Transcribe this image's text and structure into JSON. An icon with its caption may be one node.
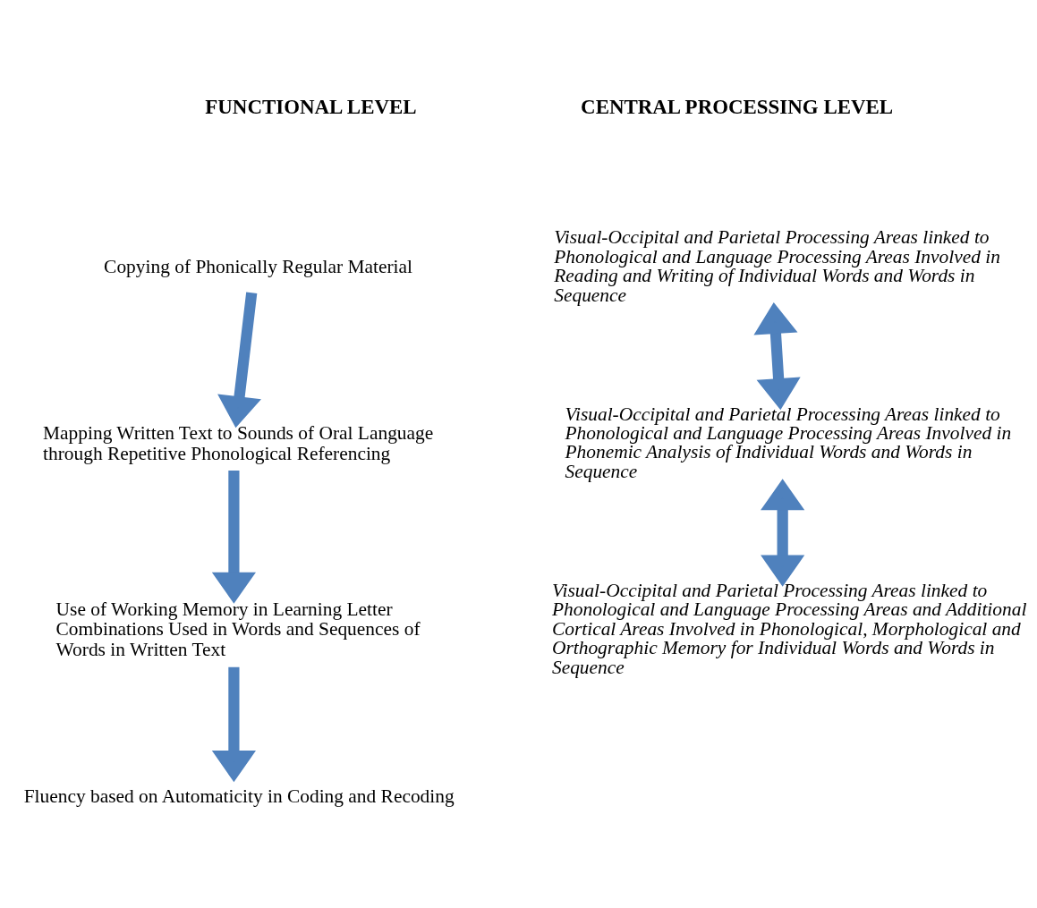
{
  "diagram": {
    "nodes": [
      {
        "text": [
          "Copying of Phonically Regular Material"
        ]
      },
      {
        "text": [
          "Mapping Written Text to Sounds of Oral Language through Repetitive Phonological Referencing"
        ]
      },
      {
        "text": [
          "Use of Working Memory in Learning Letter Combinations Used in Words and Sequences of Words in Written Text"
        ]
      },
      {
        "text": [
          "Fluency based on Automaticity in Coding and Recoding"
        ]
      },
      {
        "text": [
          "Visual-Occipital and Parietal Processing Areas linked to Phonological and Language Processing Areas Involved in Reading and Writing of Individual Words and Words in Sequence"
        ]
      },
      {
        "text": [
          "Visual-Occipital and Parietal Processing Areas linked to Phonological and Language Processing Areas Involved in Phonemic Analysis of Individual Words and Words in Sequence"
        ]
      },
      {
        "text": [
          "Visual-Occipital and Parietal Processing Areas linked to Phonological and Language Processing Areas and Additional Cortical Areas Involved in Phonological, Morphological and Orthographic Memory for Individual Words and Words in Sequence"
        ]
      }
    ],
    "edges": [
      {
        "from": 0,
        "to": 1,
        "arrow": "to"
      },
      {
        "from": 1,
        "to": 2,
        "arrow": "to"
      },
      {
        "from": 2,
        "to": 3,
        "arrow": "to"
      },
      {
        "from": 4,
        "to": 5,
        "arrow": "both"
      },
      {
        "from": 5,
        "to": 6,
        "arrow": "both"
      }
    ],
    "labels": [
      "FUNCTIONAL LEVEL",
      "CENTRAL PROCESSING LEVEL"
    ]
  }
}
